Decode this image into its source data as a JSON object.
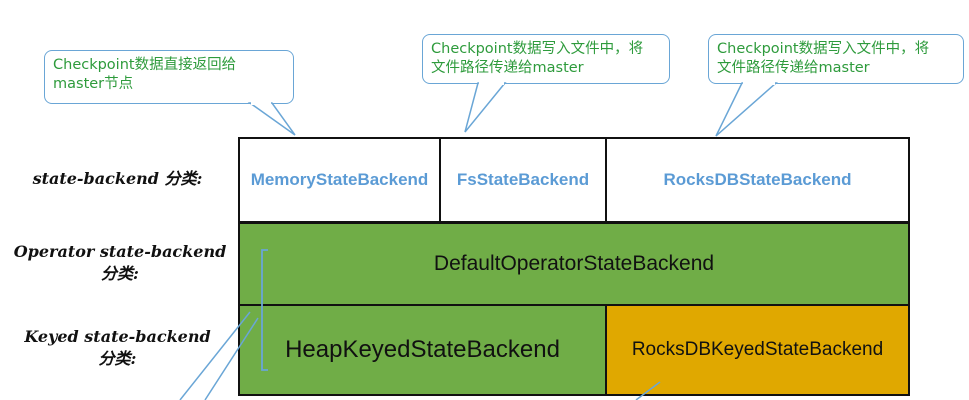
{
  "callouts": {
    "memory": {
      "line1": "Checkpoint数据直接返回给",
      "line2": "master节点"
    },
    "fs": {
      "line1": "Checkpoint数据写入文件中，将",
      "line2": "文件路径传递给master"
    },
    "rocksdb": {
      "line1": "Checkpoint数据写入文件中，将",
      "line2": "文件路径传递给master"
    }
  },
  "row_labels": {
    "state_backend": "state-backend 分类:",
    "operator_line1": "Operator state-backend",
    "operator_line2": "分类:",
    "keyed_line1": "Keyed state-backend",
    "keyed_line2": "分类:"
  },
  "backends": {
    "memory": "MemoryStateBackend",
    "fs": "FsStateBackend",
    "rocksdb": "RocksDBStateBackend"
  },
  "operator_backend": "DefaultOperatorStateBackend",
  "keyed_backends": {
    "heap": "HeapKeyedStateBackend",
    "rocksdb": "RocksDBKeyedStateBackend"
  },
  "colors": {
    "green": "#70ad47",
    "orange": "#e0a800",
    "blue_text": "#5b9bd5",
    "callout_text": "#2e9b3c",
    "callout_border": "#6aa6d6"
  }
}
